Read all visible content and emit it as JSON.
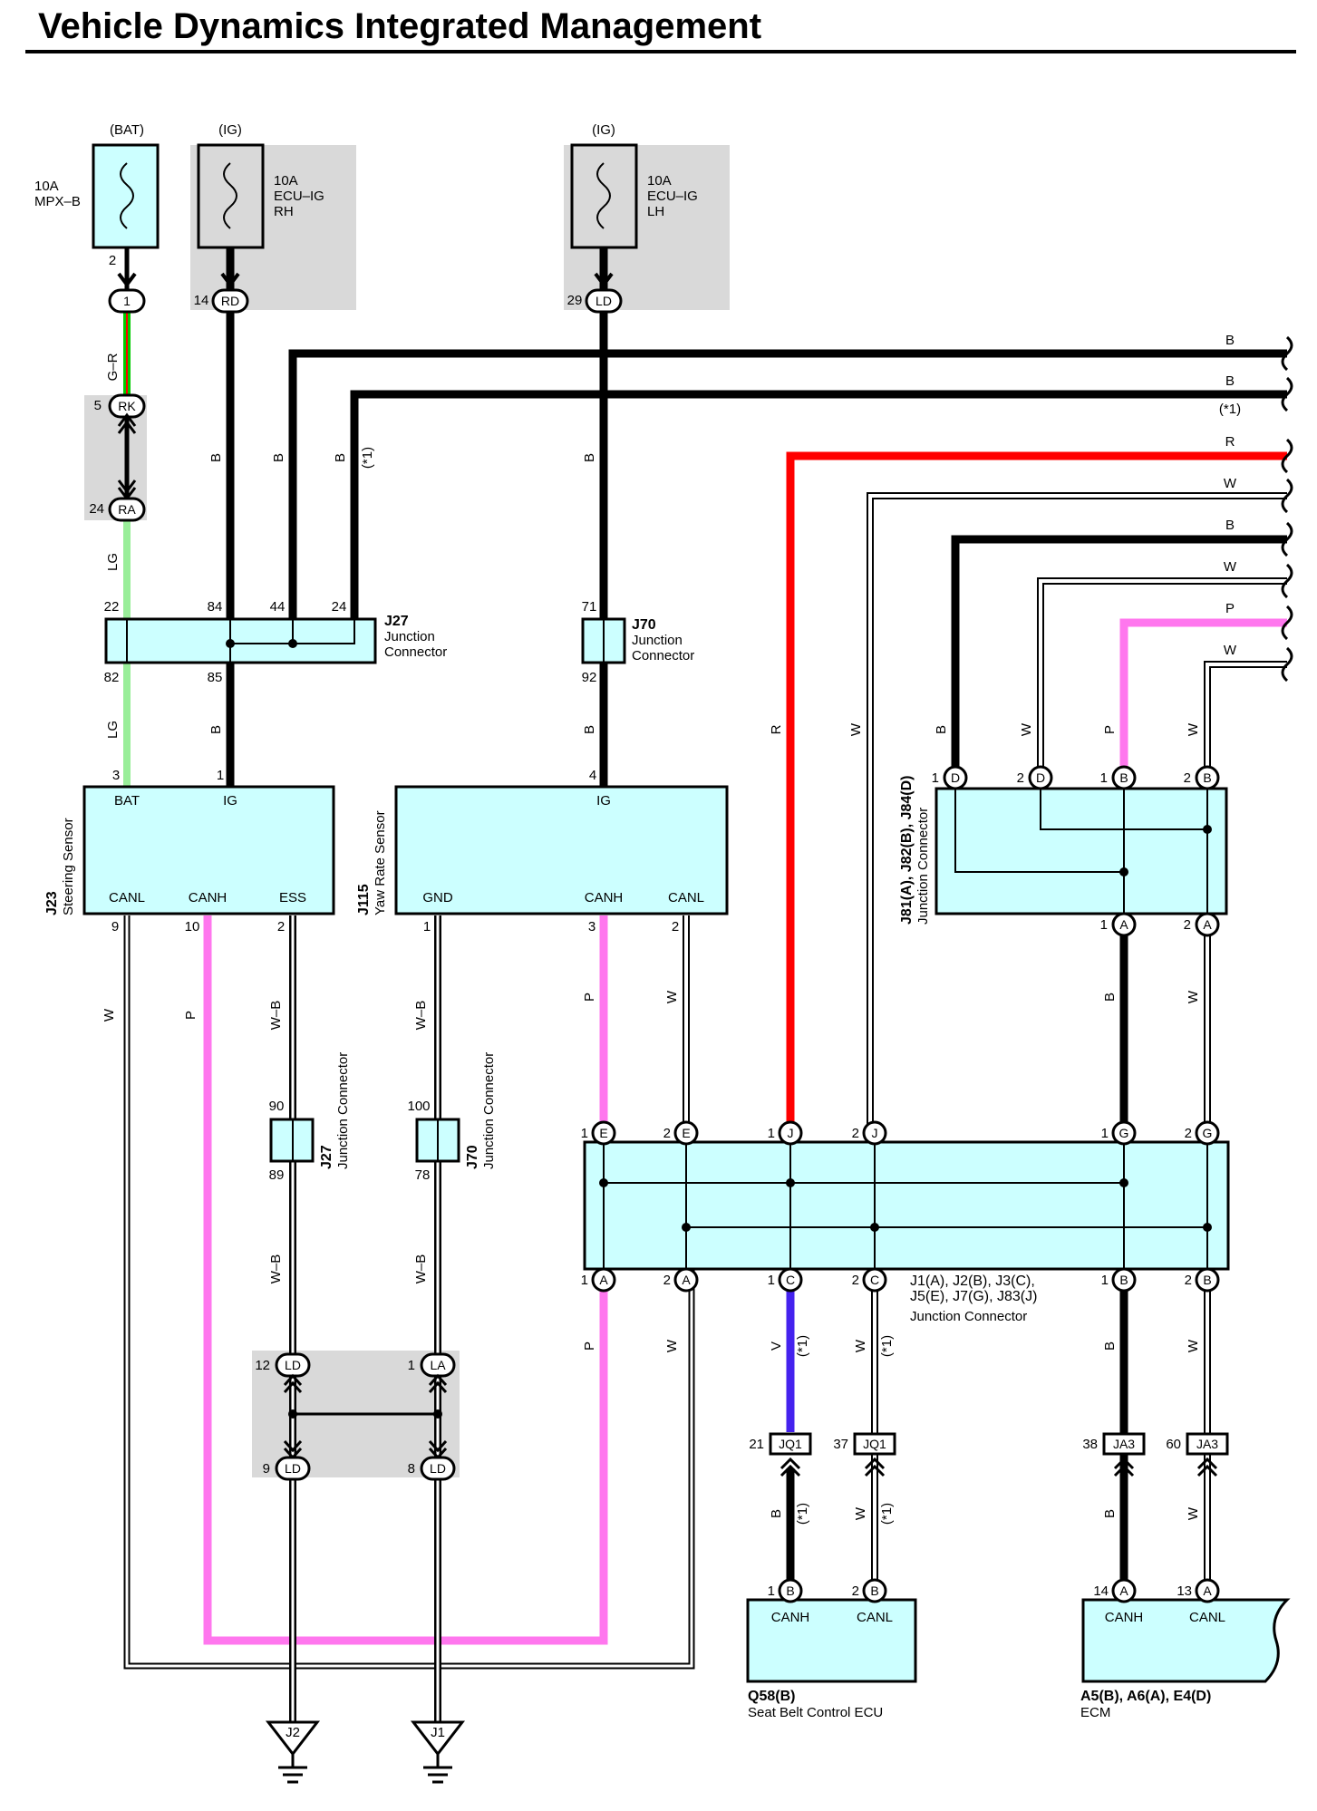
{
  "title": "Vehicle Dynamics Integrated Management",
  "fuses": [
    {
      "source": "(BAT)",
      "rating": "10A",
      "name": "MPX–B"
    },
    {
      "source": "(IG)",
      "rating": "10A",
      "name": "ECU–IG",
      "side": "RH"
    },
    {
      "source": "(IG)",
      "rating": "10A",
      "name": "ECU–IG",
      "side": "LH"
    }
  ],
  "fuse_pins": [
    "2",
    "14",
    "29"
  ],
  "fuse_terminals": [
    "1",
    "RD",
    "LD"
  ],
  "rk_ra": {
    "pin_a": "5",
    "term_a": "RK",
    "pin_b": "24",
    "term_b": "RA"
  },
  "wire_colors": {
    "gr": "G–R",
    "lg": "LG",
    "b": "B",
    "r": "R",
    "w": "W",
    "p": "P",
    "wb": "W–B",
    "v": "V",
    "note": "(*1)"
  },
  "right_wires": [
    {
      "color": "B",
      "note": ""
    },
    {
      "color": "B",
      "note": "(*1)"
    },
    {
      "color": "R",
      "note": ""
    },
    {
      "color": "W",
      "note": ""
    },
    {
      "color": "B",
      "note": ""
    },
    {
      "color": "W",
      "note": ""
    },
    {
      "color": "P",
      "note": ""
    },
    {
      "color": "W",
      "note": ""
    }
  ],
  "j27_top": {
    "code": "J27",
    "line1": "Junction",
    "line2": "Connector",
    "pins_top": [
      "22",
      "84",
      "44",
      "24"
    ],
    "pins_bottom": [
      "82",
      "85"
    ]
  },
  "j70_top": {
    "code": "J70",
    "line1": "Junction",
    "line2": "Connector",
    "pin_top": "71",
    "pin_bottom": "92"
  },
  "steering": {
    "code": "J23",
    "name": "Steering Sensor",
    "pins_top": [
      "3",
      "1"
    ],
    "labels_top": [
      "BAT",
      "IG"
    ],
    "labels_bottom": [
      "CANL",
      "CANH",
      "ESS"
    ],
    "pins_bottom": [
      "9",
      "10",
      "2"
    ]
  },
  "yaw": {
    "code": "J115",
    "name": "Yaw Rate Sensor",
    "pin_top": "4",
    "label_top": "IG",
    "labels_bottom": [
      "GND",
      "CANH",
      "CANL"
    ],
    "pins_bottom": [
      "1",
      "3",
      "2"
    ]
  },
  "j27_mid": {
    "code": "J27",
    "name": "Junction Connector",
    "pin_top": "90",
    "pin_bottom": "89"
  },
  "j70_mid": {
    "code": "J70",
    "name": "Junction Connector",
    "pin_top": "100",
    "pin_bottom": "78"
  },
  "ld_la": {
    "pins": [
      "12",
      "1",
      "9",
      "8"
    ],
    "terms": [
      "LD",
      "LA",
      "LD",
      "LD"
    ]
  },
  "grounds": [
    "J2",
    "J1"
  ],
  "j81": {
    "codes": "J81(A), J82(B), J84(D)",
    "name": "Junction Connector",
    "pins_top": [
      "1",
      "2",
      "1",
      "2"
    ],
    "terms_top": [
      "D",
      "D",
      "B",
      "B"
    ],
    "pins_bottom": [
      "1",
      "2"
    ],
    "terms_bottom": [
      "A",
      "A"
    ]
  },
  "jbig": {
    "codes_line1": "J1(A), J2(B), J3(C),",
    "codes_line2": "J5(E), J7(G), J83(J)",
    "name": "Junction Connector",
    "pins_top": [
      "1",
      "2",
      "1",
      "2",
      "1",
      "2"
    ],
    "terms_top": [
      "E",
      "E",
      "J",
      "J",
      "G",
      "G"
    ],
    "pins_bottom": [
      "1",
      "2",
      "1",
      "2",
      "1",
      "2"
    ],
    "terms_bottom": [
      "A",
      "A",
      "C",
      "C",
      "B",
      "B"
    ]
  },
  "connectors": [
    {
      "pin": "21",
      "name": "JQ1"
    },
    {
      "pin": "37",
      "name": "JQ1"
    },
    {
      "pin": "38",
      "name": "JA3"
    },
    {
      "pin": "60",
      "name": "JA3"
    }
  ],
  "seatbelt": {
    "code": "Q58(B)",
    "name": "Seat Belt Control ECU",
    "labels": [
      "CANH",
      "CANL"
    ],
    "pins": [
      "1",
      "2"
    ],
    "terms": [
      "B",
      "B"
    ]
  },
  "ecm": {
    "code": "A5(B), A6(A), E4(D)",
    "name": "ECM",
    "labels": [
      "CANH",
      "CANL"
    ],
    "pins": [
      "14",
      "13"
    ],
    "terms": [
      "A",
      "A"
    ]
  },
  "colors": {
    "black": "#000000",
    "red": "#ff0000",
    "green": "#00cc00",
    "light_green": "#99ee99",
    "pink": "#ff77ee",
    "violet": "#4422ee",
    "box_fill": "#ccffff",
    "grey_area": "#d9d9d9"
  }
}
